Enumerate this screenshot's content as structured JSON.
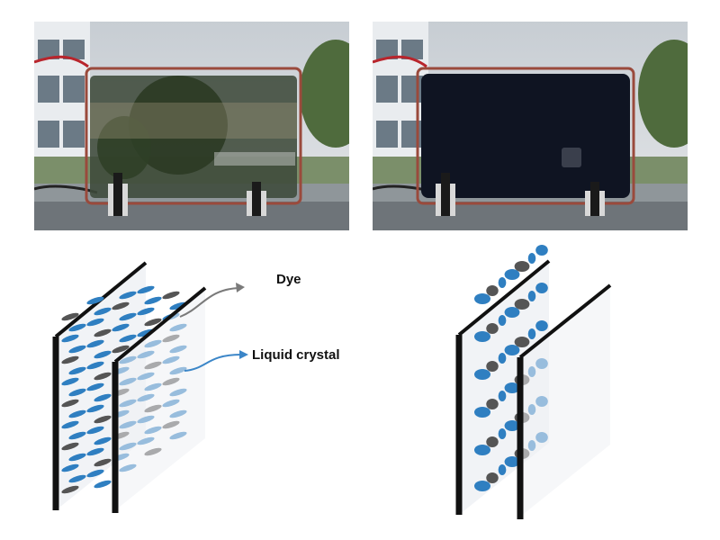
{
  "photos": {
    "left": {
      "state": "transparent",
      "tint": "#3e4a3a"
    },
    "right": {
      "state": "dark",
      "tint": "#0f1422"
    }
  },
  "diagram": {
    "labels": {
      "dye": "Dye",
      "liquid_crystal": "Liquid crystal"
    },
    "colors": {
      "liquid_crystal": "#2f7fc1",
      "dye": "#555555",
      "glass_edge": "#111111",
      "glass_fill": "#eef1f4",
      "arrow": "#7a7a7a"
    }
  }
}
